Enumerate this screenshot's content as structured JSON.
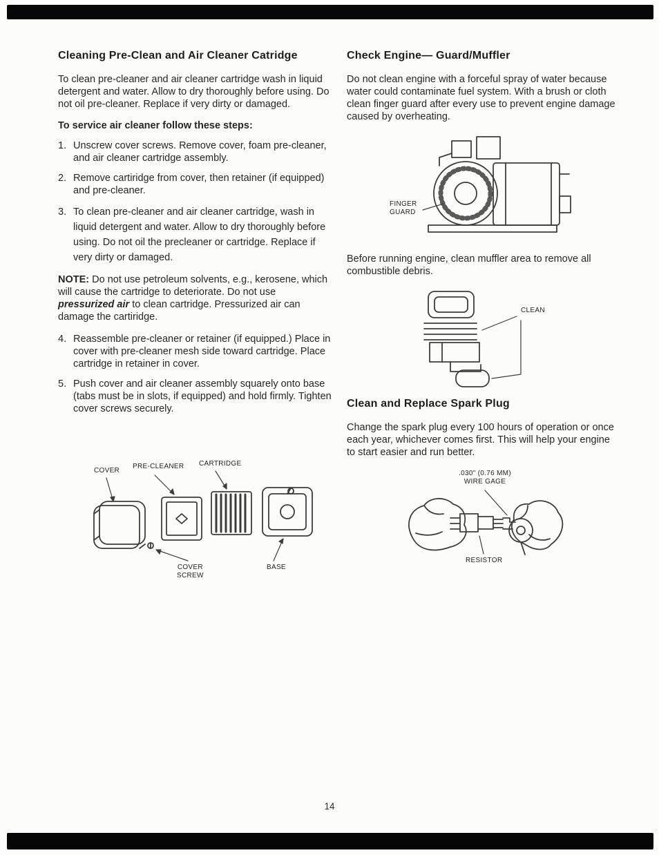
{
  "page": {
    "number": "14"
  },
  "left": {
    "heading": "Cleaning Pre-Clean and Air Cleaner Catridge",
    "para1": "To clean pre-cleaner and air cleaner cartridge wash in liquid detergent and water. Allow to dry thoroughly before using. Do not oil pre-cleaner. Replace if very dirty or damaged.",
    "subheading": "To service air cleaner follow these steps:",
    "steps": [
      {
        "num": "1.",
        "text": "Unscrew cover screws. Remove cover, foam pre-cleaner, and air cleaner cartridge assembly."
      },
      {
        "num": "2.",
        "text": "Remove cartiridge from cover, then retainer (if equipped) and pre-cleaner."
      },
      {
        "num": "3.",
        "text": "To clean pre-cleaner and air cleaner cartridge, wash in liquid detergent and water.  Allow to dry thoroughly before using.  Do not oil the  precleaner or cartridge. Replace if very dirty or damaged."
      },
      {
        "num": "4.",
        "text": "Reassemble pre-cleaner or retainer (if equipped.) Place in cover with pre-cleaner mesh side toward cartridge. Place cartridge in retainer in cover."
      },
      {
        "num": "5.",
        "text": "Push cover and air cleaner assembly squarely onto base (tabs must be in slots, if equipped) and hold firmly. Tighten cover screws securely."
      }
    ],
    "note": {
      "label": "NOTE:",
      "text1": " Do not use petroleum solvents, e.g., kerosene, which will cause the cartridge to deteriorate. Do not use ",
      "em": "pressurized air",
      "text2": " to clean cartridge. Pressurized air can damage the cartiridge."
    },
    "air_cleaner_labels": {
      "cover": "COVER",
      "pre_cleaner": "PRE-CLEANER",
      "cartridge": "CARTRIDGE",
      "cover_screw": "COVER\nSCREW",
      "base": "BASE"
    }
  },
  "right": {
    "heading1": "Check Engine— Guard/Muffler",
    "para1": "Do not clean engine with a forceful spray of water because water could contaminate fuel system. With a brush or cloth clean finger guard after every use to prevent engine damage caused by overheating.",
    "finger_guard_label": "FINGER\nGUARD",
    "para2": "Before running engine, clean muffler area to remove all combustible debris.",
    "clean_label": "CLEAN",
    "heading2": "Clean and Replace Spark Plug",
    "para3": "Change the spark plug every 100 hours of operation or once each year, whichever comes first. This will help your engine to start easier and run better.",
    "wire_gage_label": ".030\" (0.76 MM)\nWIRE GAGE",
    "resistor_label": "RESISTOR"
  }
}
